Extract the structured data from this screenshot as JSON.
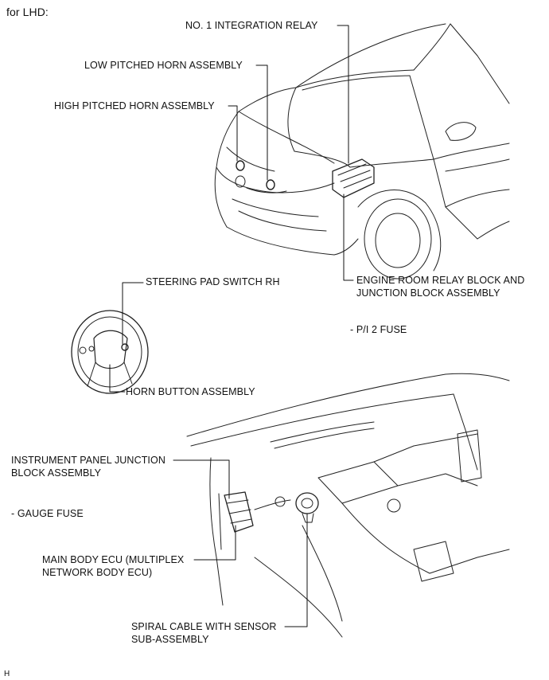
{
  "header": {
    "title": "for LHD:"
  },
  "footer": {
    "code": "H"
  },
  "labels": {
    "integration_relay": "NO. 1 INTEGRATION RELAY",
    "low_horn": "LOW PITCHED HORN ASSEMBLY",
    "high_horn": "HIGH PITCHED HORN ASSEMBLY",
    "engine_relay_line1": "ENGINE ROOM RELAY BLOCK AND",
    "engine_relay_line2": "JUNCTION BLOCK ASSEMBLY",
    "pi2_fuse": "- P/I 2 FUSE",
    "steering_switch": "STEERING PAD SWITCH RH",
    "horn_button": "HORN BUTTON ASSEMBLY",
    "ip_junction_line1": "INSTRUMENT PANEL JUNCTION",
    "ip_junction_line2": "BLOCK ASSEMBLY",
    "gauge_fuse": "- GAUGE FUSE",
    "main_body_ecu_line1": "MAIN BODY ECU (MULTIPLEX",
    "main_body_ecu_line2": "NETWORK BODY ECU)",
    "spiral_cable_line1": "SPIRAL CABLE WITH SENSOR",
    "spiral_cable_line2": "SUB-ASSEMBLY"
  }
}
